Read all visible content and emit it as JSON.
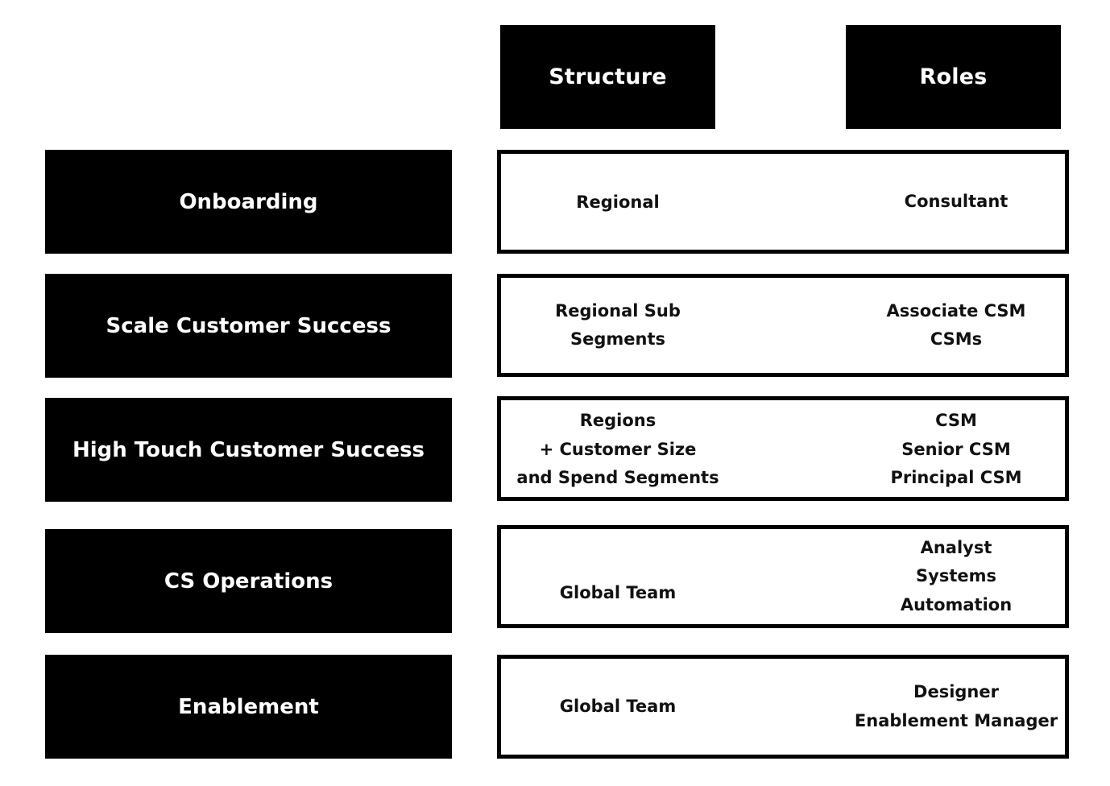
{
  "headers": {
    "structure": "Structure",
    "roles": "Roles"
  },
  "rows": [
    {
      "team": "Onboarding",
      "structure": [
        "Regional"
      ],
      "roles": [
        "Consultant"
      ]
    },
    {
      "team": "Scale Customer Success",
      "structure": [
        "Regional Sub",
        "Segments"
      ],
      "roles": [
        "Associate CSM",
        "CSMs"
      ]
    },
    {
      "team": "High Touch Customer Success",
      "structure": [
        "Regions",
        "+ Customer Size",
        "and Spend Segments"
      ],
      "roles": [
        "CSM",
        "Senior CSM",
        "Principal CSM"
      ]
    },
    {
      "team": "CS Operations",
      "structure": [
        "Global Team"
      ],
      "roles": [
        "Analyst",
        "Systems",
        "Automation"
      ]
    },
    {
      "team": "Enablement",
      "structure": [
        "Global Team"
      ],
      "roles": [
        "Designer",
        "Enablement Manager"
      ]
    }
  ],
  "colors": {
    "box_fill": "#000000",
    "box_text": "#ffffff",
    "detail_border": "#000000",
    "detail_text": "#111111",
    "background": "#ffffff"
  }
}
